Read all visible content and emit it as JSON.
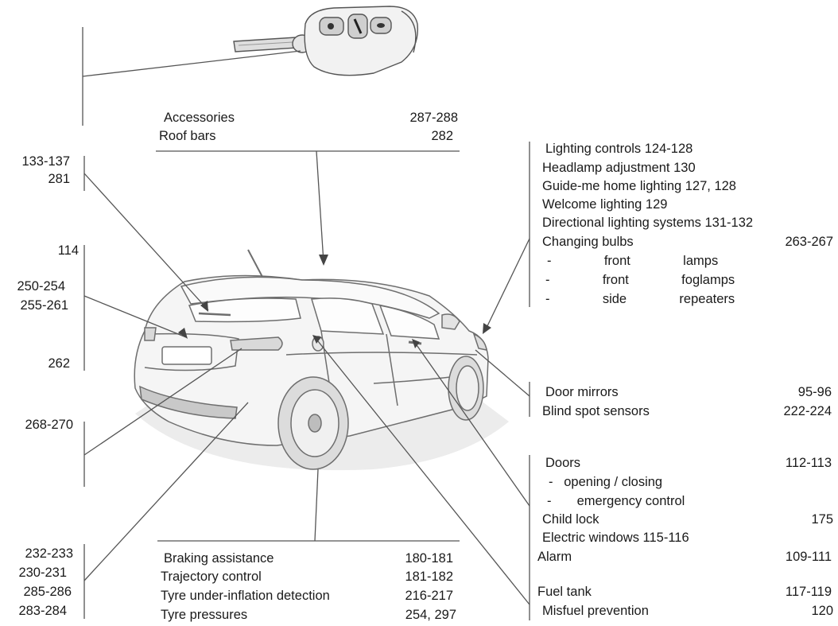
{
  "top_box": {
    "accessories": {
      "label": "Accessories",
      "pages": "287-288"
    },
    "roof_bars": {
      "label": "Roof bars",
      "pages": "282"
    }
  },
  "left_labels": {
    "rear_wiper_pages_a": "133-137",
    "rear_wiper_pages_b": "281",
    "boot_114": "114",
    "boot_pages_a": "250-254",
    "boot_pages_b": "255-261",
    "boot_262": "262",
    "towbar_pages": "268-270",
    "parking_a": "232-233",
    "parking_b": "230-231",
    "parking_c": "285-286",
    "parking_d": "283-284"
  },
  "lighting_box": {
    "lighting_controls": "Lighting controls  124-128",
    "headlamp_adjustment": "Headlamp adjustment  130",
    "guide_me_home": "Guide-me home lighting  127, 128",
    "welcome_lighting": "Welcome lighting  129",
    "directional_lighting": "Directional lighting systems  131-132",
    "changing_bulbs": {
      "label": "Changing bulbs",
      "pages": "263-267"
    },
    "sub_items": [
      "-    front    lamps",
      "-    front    foglamps",
      "-    side    repeaters"
    ]
  },
  "mirrors_box": {
    "door_mirrors": {
      "label": "Door mirrors",
      "pages": "95-96"
    },
    "blind_spot": {
      "label": "Blind spot sensors",
      "pages": "222-224"
    }
  },
  "doors_box": {
    "doors": {
      "label": "Doors",
      "pages": "112-113"
    },
    "opening_closing": "-   opening / closing",
    "emergency_control": "-       emergency control",
    "child_lock": {
      "label": "Child lock",
      "pages": "175"
    },
    "electric_windows": "Electric windows  115-116",
    "alarm": {
      "label": "Alarm",
      "pages": "109-111"
    }
  },
  "fuel_box": {
    "fuel_tank": {
      "label": "Fuel tank",
      "pages": "117-119"
    },
    "misfuel": {
      "label": "Misfuel prevention",
      "pages": "120"
    }
  },
  "bottom_box": {
    "braking": {
      "label": "Braking assistance",
      "pages": "180-181"
    },
    "trajectory": {
      "label": "Trajectory control",
      "pages": "181-182"
    },
    "tyre_detection": {
      "label": "Tyre under-inflation detection",
      "pages": "216-217"
    },
    "tyre_pressures": {
      "label": "Tyre pressures",
      "pages": "254, 297"
    }
  },
  "colors": {
    "line": "#555555",
    "car_stroke": "#6e6e6e",
    "car_fill": "#f4f4f4",
    "shadow": "#e6e6e6"
  }
}
